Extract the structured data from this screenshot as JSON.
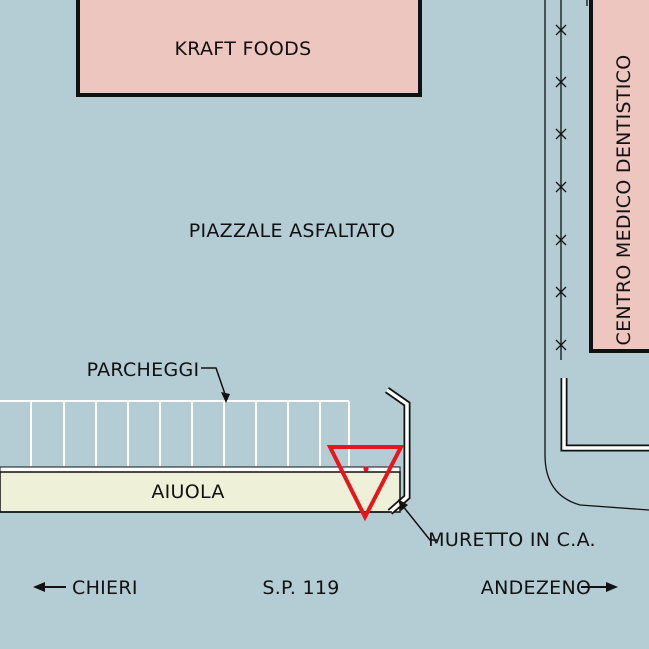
{
  "colors": {
    "background": "#b4ccd4",
    "building_fill": "#ecc6bf",
    "flowerbed_fill": "#eef1d8",
    "hazard_red": "#e8161c",
    "line": "#111111",
    "white": "#ffffff"
  },
  "buildings": {
    "kraft": {
      "label": "KRAFT FOODS"
    },
    "dental": {
      "label": "CENTRO MEDICO DENTISTICO"
    }
  },
  "areas": {
    "yard": {
      "label": "PIAZZALE ASFALTATO"
    },
    "parking": {
      "label": "PARCHEGGI"
    },
    "flowerbed": {
      "label": "AIUOLA"
    },
    "wall": {
      "label": "MURETTO IN C.A."
    }
  },
  "road": {
    "name": "S.P. 119",
    "west_destination": "CHIERI",
    "east_destination": "ANDEZENO"
  },
  "icons": {
    "marker": "warning-triangle-icon",
    "fence": "fence-cross-icon"
  }
}
